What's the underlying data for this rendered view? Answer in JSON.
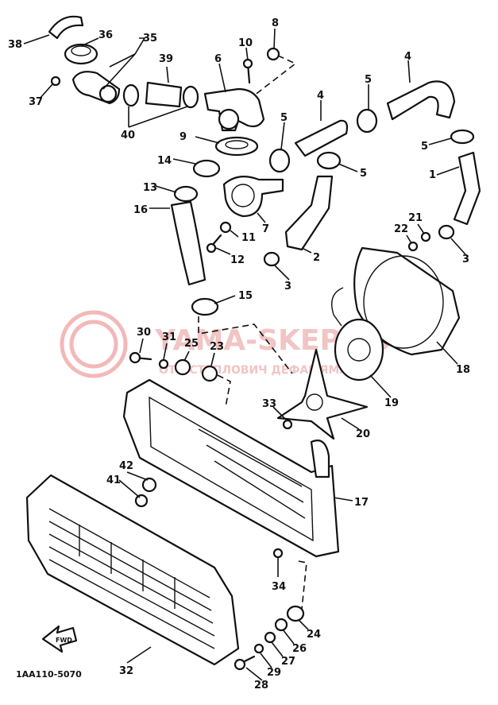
{
  "diagram": {
    "watermark": {
      "title": "YAMA-SKEP.RU",
      "subtitle": "ОТ ОСТЕПЛОВИЧ ДЕФАЕ ЯМАНА"
    },
    "drawing_code": "1AA110-5070",
    "front_marker": "FWD",
    "callouts": [
      "1",
      "2",
      "3",
      "3",
      "4",
      "4",
      "5",
      "5",
      "5",
      "5",
      "6",
      "7",
      "8",
      "9",
      "10",
      "11",
      "12",
      "13",
      "14",
      "15",
      "16",
      "17",
      "18",
      "19",
      "20",
      "21",
      "22",
      "23",
      "24",
      "25",
      "26",
      "27",
      "28",
      "29",
      "30",
      "31",
      "32",
      "33",
      "34",
      "35",
      "36",
      "37",
      "38",
      "39",
      "40",
      "41",
      "42"
    ]
  }
}
